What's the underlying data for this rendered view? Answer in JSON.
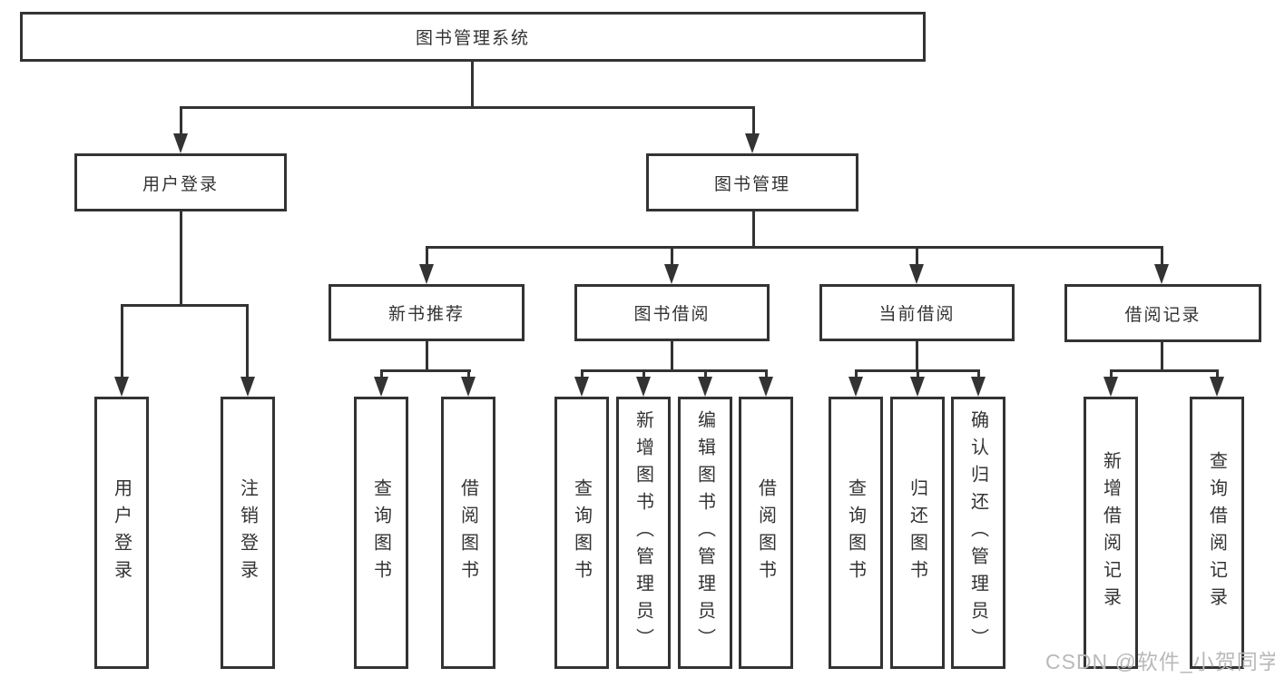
{
  "tree": {
    "root": {
      "label": "图书管理系统"
    },
    "branches": [
      {
        "label": "用户登录",
        "children": [
          {
            "label": "用户登录"
          },
          {
            "label": "注销登录"
          }
        ]
      },
      {
        "label": "图书管理",
        "children": [
          {
            "label": "新书推荐",
            "children": [
              {
                "label": "查询图书"
              },
              {
                "label": "借阅图书"
              }
            ]
          },
          {
            "label": "图书借阅",
            "children": [
              {
                "label": "查询图书"
              },
              {
                "label": "新增图书（管理员）"
              },
              {
                "label": "编辑图书（管理员）"
              },
              {
                "label": "借阅图书"
              }
            ]
          },
          {
            "label": "当前借阅",
            "children": [
              {
                "label": "查询图书"
              },
              {
                "label": "归还图书"
              },
              {
                "label": "确认归还（管理员）"
              }
            ]
          },
          {
            "label": "借阅记录",
            "children": [
              {
                "label": "新增借阅记录"
              },
              {
                "label": "查询借阅记录"
              }
            ]
          }
        ]
      }
    ]
  },
  "watermark": {
    "text": "CSDN @软件_小贺同学"
  },
  "colors": {
    "line": "#333333",
    "text": "#333333",
    "background": "#ffffff",
    "watermark": "#b9b9b9"
  }
}
